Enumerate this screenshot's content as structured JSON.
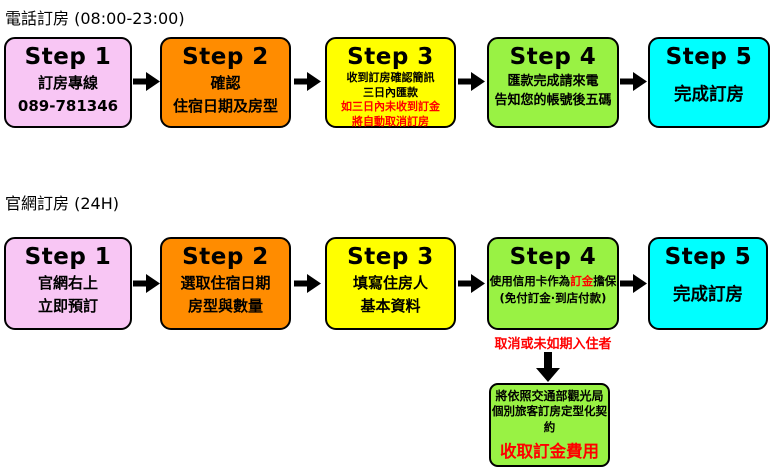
{
  "colors": {
    "box_pink": "#f8c6f4",
    "box_orange": "#ff8c00",
    "box_yellow": "#ffff00",
    "box_green": "#99f244",
    "box_cyan": "#00ffff",
    "warning_red": "#ff0000",
    "text_black": "#000000",
    "border_black": "#000000",
    "background_white": "#ffffff"
  },
  "phone": {
    "heading": "電話訂房 (08:00-23:00)",
    "steps": {
      "step1": {
        "title": "Step 1",
        "line1": "訂房專線",
        "line2": "089-781346"
      },
      "step2": {
        "title": "Step 2",
        "line1": "確認",
        "line2": "住宿日期及房型"
      },
      "step3": {
        "title": "Step 3",
        "line1": "收到訂房確認簡訊",
        "line2": "三日內匯款",
        "warning1": "如三日內未收到訂金",
        "warning2": "將自動取消訂房"
      },
      "step4": {
        "title": "Step 4",
        "line1": "匯款完成請來電",
        "line2": "告知您的帳號後五碼"
      },
      "step5": {
        "title": "Step 5",
        "line1": "完成訂房"
      }
    }
  },
  "web": {
    "heading": "官網訂房 (24H)",
    "steps": {
      "step1": {
        "title": "Step 1",
        "line1": "官網右上",
        "line2": "立即預訂"
      },
      "step2": {
        "title": "Step 2",
        "line1": "選取住宿日期",
        "line2": "房型與數量"
      },
      "step3": {
        "title": "Step 3",
        "line1": "填寫住房人",
        "line2": "基本資料"
      },
      "step4": {
        "title": "Step 4",
        "line1_pre": "使用信用卡作為",
        "line1_em": "訂金",
        "line1_post": "擔保",
        "line2": "(免付訂金·到店付款)"
      },
      "step5": {
        "title": "Step 5",
        "line1": "完成訂房"
      }
    },
    "cancel_note": "取消或未如期入住者",
    "penalty": {
      "line1": "將依照交通部觀光局",
      "line2": "個別旅客訂房定型化契約",
      "line3": "收取訂金費用"
    }
  }
}
